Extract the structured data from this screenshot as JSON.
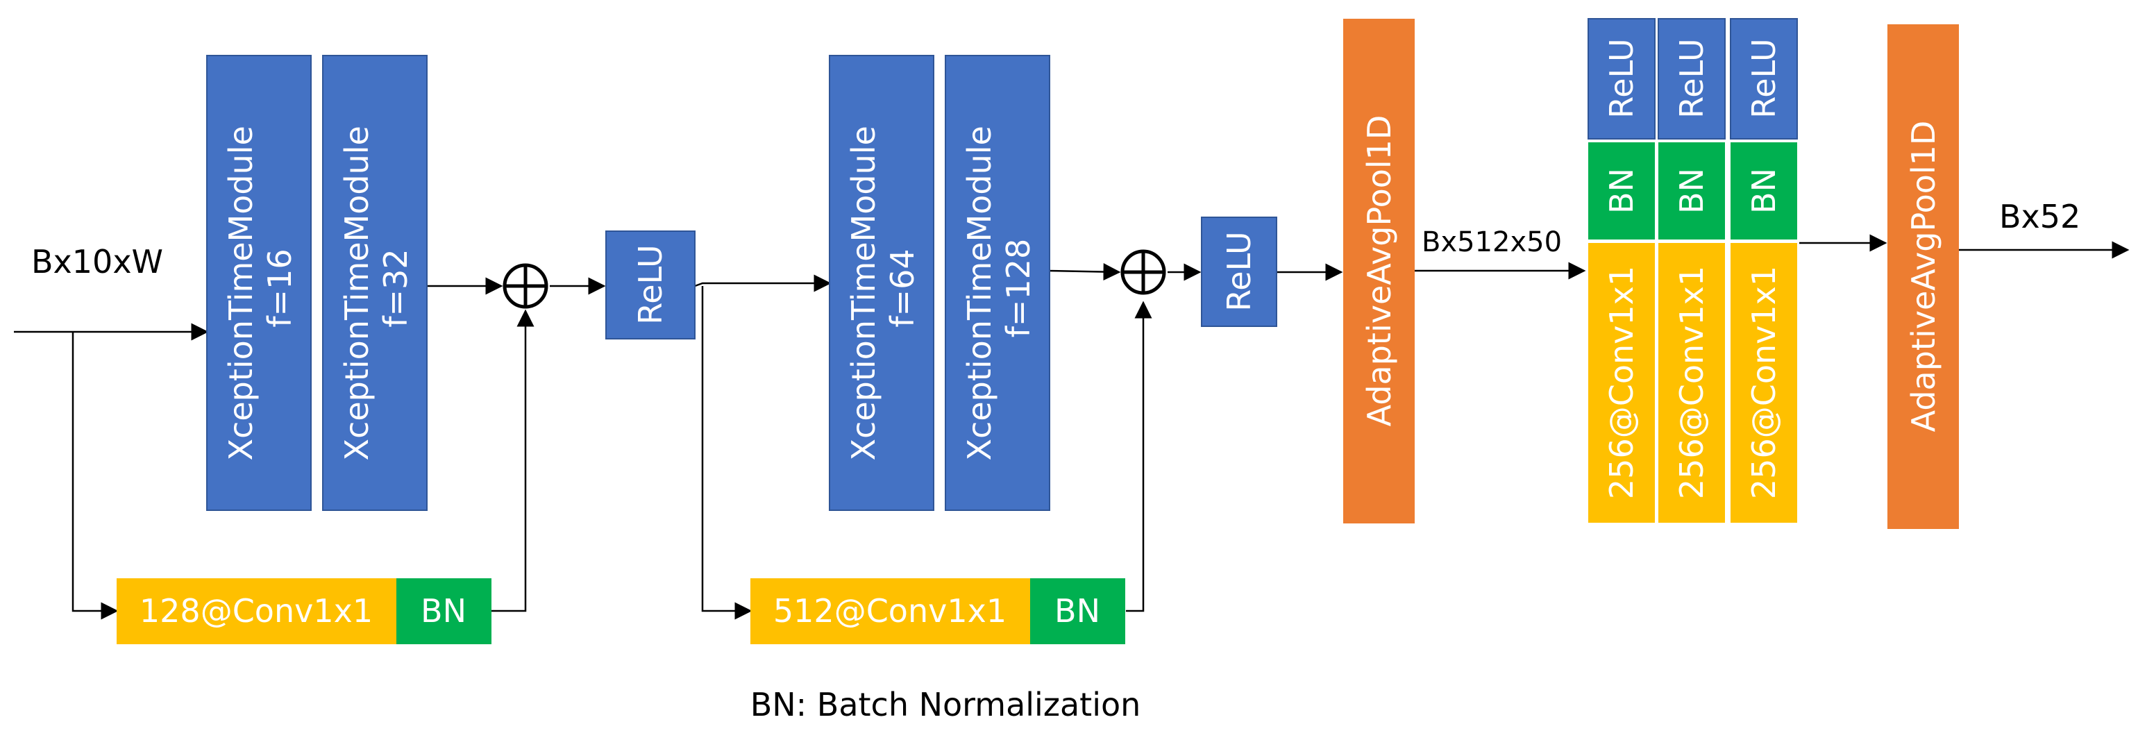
{
  "labels": {
    "input_shape": "Bx10xW",
    "pool_shape": "Bx512x50",
    "output_shape": "Bx52",
    "legend": "BN: Batch Normalization"
  },
  "blocks": {
    "xtm1": {
      "name": "XceptionTimeModule",
      "param": "f=16"
    },
    "xtm2": {
      "name": "XceptionTimeModule",
      "param": "f=32"
    },
    "xtm3": {
      "name": "XceptionTimeModule",
      "param": "f=64"
    },
    "xtm4": {
      "name": "XceptionTimeModule",
      "param": "f=128"
    },
    "relu1": "ReLU",
    "relu2": "ReLU",
    "pool1": "AdaptiveAvgPool1D",
    "pool2": "AdaptiveAvgPool1D",
    "shortcut1": {
      "conv": "128@Conv1x1",
      "bn": "BN"
    },
    "shortcut2": {
      "conv": "512@Conv1x1",
      "bn": "BN"
    },
    "head": [
      {
        "relu": "ReLU",
        "bn": "BN",
        "conv": "256@Conv1x1"
      },
      {
        "relu": "ReLU",
        "bn": "BN",
        "conv": "256@Conv1x1"
      },
      {
        "relu": "ReLU",
        "bn": "BN",
        "conv": "256@Conv1x1"
      }
    ]
  },
  "colors": {
    "blue": "#4472C4",
    "orange": "#ED7D31",
    "yellow": "#FFC000",
    "green": "#00B050",
    "border": "#2F5597",
    "line": "#000000"
  }
}
